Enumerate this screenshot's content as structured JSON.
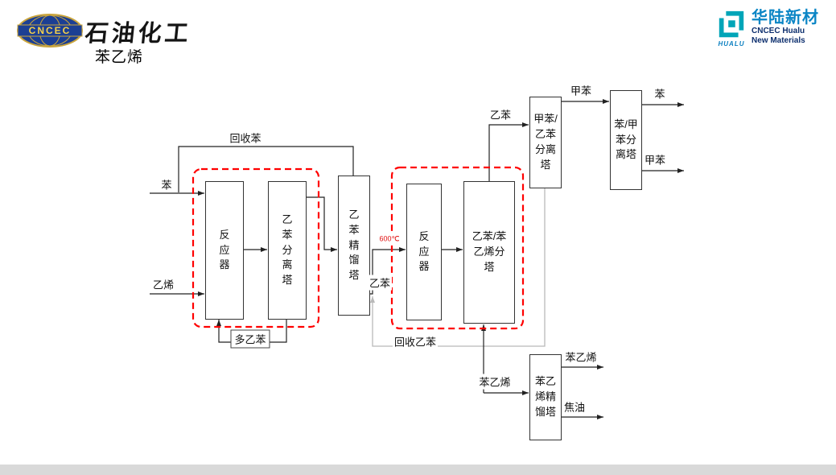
{
  "header": {
    "cncec_logo_text": "CNCEC",
    "brand_title": "石油化工",
    "page_title": "苯乙烯",
    "hualu": {
      "name_cn": "华陆新材",
      "name_en_1": "CNCEC Hualu",
      "name_en_2": "New Materials",
      "logo_small": "HUALU"
    }
  },
  "colors": {
    "dashed_highlight": "#ff0000",
    "line": "#222222",
    "recycle_line_gray": "#b9b9b9",
    "cncec_navy": "#1c3f93",
    "hualu_teal": "#00a5b8",
    "temp_red": "#e01010"
  },
  "diagram": {
    "boxes": [
      {
        "id": "reactor1",
        "label": "反应器"
      },
      {
        "id": "eb_sep_tower",
        "label": "乙苯分离塔"
      },
      {
        "id": "eb_dist_tower",
        "label": "乙苯精馏塔"
      },
      {
        "id": "reactor2",
        "label": "反应器"
      },
      {
        "id": "eb_styrene_splitter",
        "label": "乙苯/苯乙烯分塔"
      },
      {
        "id": "toluene_eb_sep_tower",
        "label": "甲苯/乙苯分离塔"
      },
      {
        "id": "benzene_toluene_sep_tower",
        "label": "苯/甲苯分离塔"
      },
      {
        "id": "styrene_dist_tower",
        "label": "苯乙烯精馏塔"
      }
    ],
    "labels": {
      "benzene_feed": "苯",
      "ethylene_feed": "乙烯",
      "recycle_benzene": "回收苯",
      "poly_eb": "多乙苯",
      "eb_mid": "乙苯",
      "temp": "600℃",
      "eb_top": "乙苯",
      "recycle_eb": "回收乙苯",
      "toluene_mid": "甲苯",
      "benzene_out": "苯",
      "toluene_out": "甲苯",
      "styrene_mid": "苯乙烯",
      "styrene_out": "苯乙烯",
      "tar_out": "焦油"
    }
  }
}
